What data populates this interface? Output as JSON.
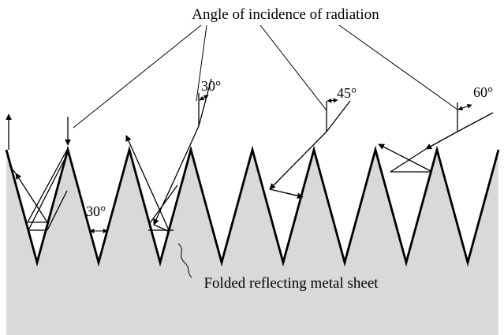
{
  "labels": {
    "title": "Angle of incidence of radiation",
    "sheet": "Folded reflecting metal sheet"
  },
  "angles": {
    "fold_angle": "30°",
    "incidence_1": "30°",
    "incidence_2": "45°",
    "incidence_3": "60°"
  },
  "colors": {
    "metal_fill": "#d9d9d9",
    "line": "#000000",
    "background": "#ffffff"
  }
}
